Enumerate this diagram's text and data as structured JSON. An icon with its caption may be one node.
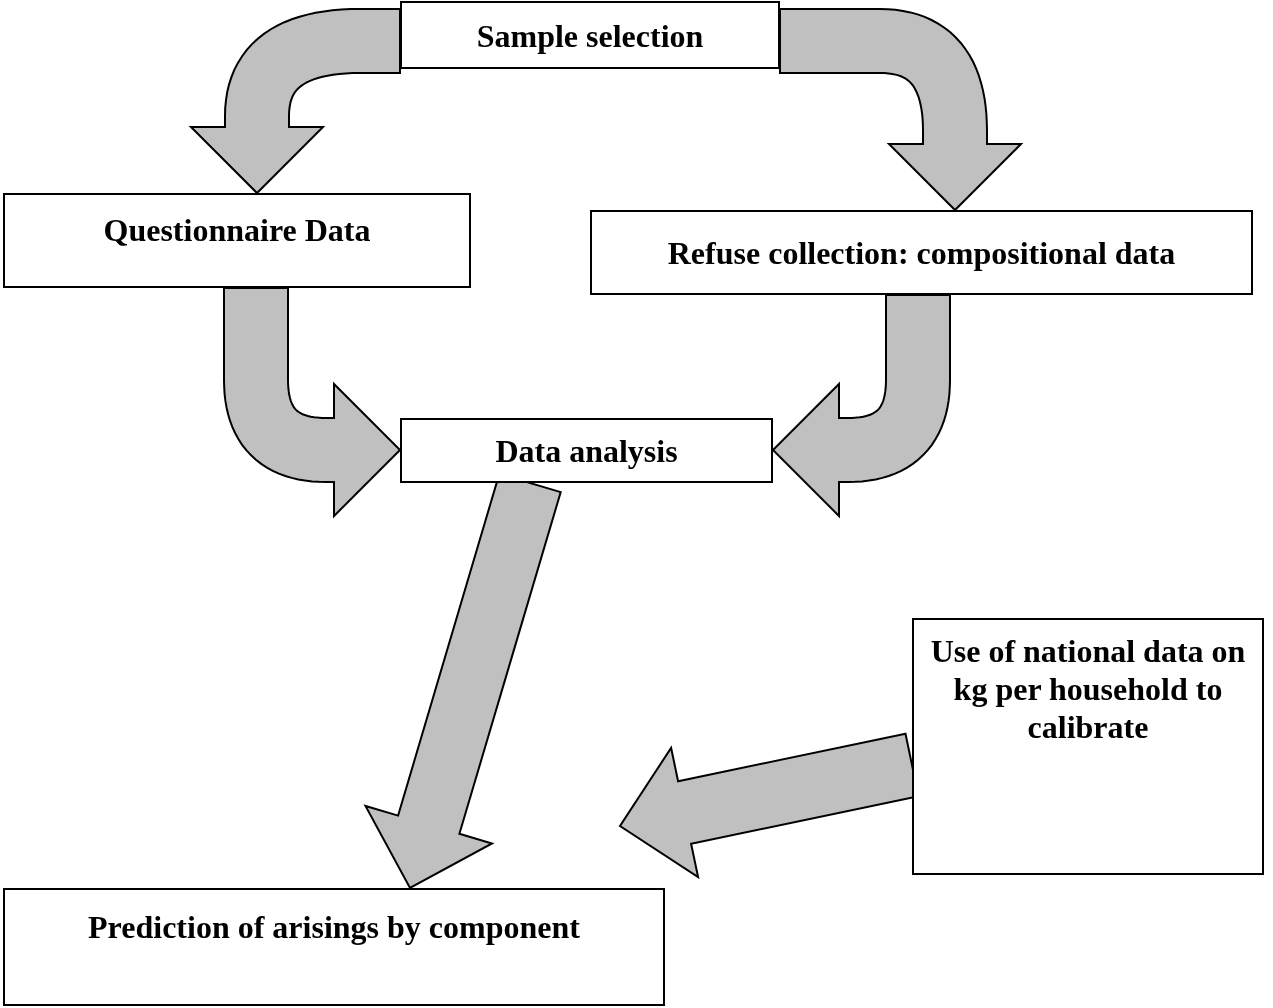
{
  "diagram": {
    "nodes": [
      {
        "text": [
          "Sample selection"
        ]
      },
      {
        "text": [
          "Questionnaire Data"
        ]
      },
      {
        "text": [
          "Refuse collection: compositional data"
        ]
      },
      {
        "text": [
          "Data analysis"
        ]
      },
      {
        "text": [
          "Use of national data on kg per household to calibrate"
        ]
      },
      {
        "text": [
          "Prediction of arisings by component"
        ]
      }
    ],
    "edges": [
      {
        "from": 0,
        "to": 1,
        "arrow": "to"
      },
      {
        "from": 0,
        "to": 2,
        "arrow": "to"
      },
      {
        "from": 1,
        "to": 3,
        "arrow": "to"
      },
      {
        "from": 2,
        "to": 3,
        "arrow": "to"
      },
      {
        "from": 3,
        "to": 5,
        "arrow": "to"
      },
      {
        "from": 4,
        "to": 5,
        "arrow": "to"
      }
    ]
  }
}
